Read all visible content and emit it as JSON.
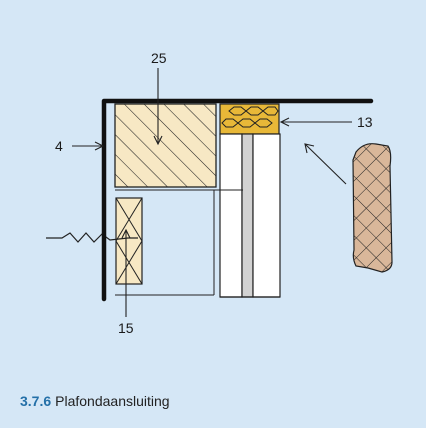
{
  "diagram": {
    "labels": {
      "label_25": "25",
      "label_4": "4",
      "label_13": "13",
      "label_15": "15"
    }
  },
  "caption": {
    "number": "3.7.6",
    "title": "Plafondaansluiting"
  },
  "colors": {
    "background": "#d5e7f6",
    "wood": "#f7e8c4",
    "insulation": "#e8b838",
    "detail_hatch": "#d9b79a",
    "caption_number": "#2470a8"
  }
}
